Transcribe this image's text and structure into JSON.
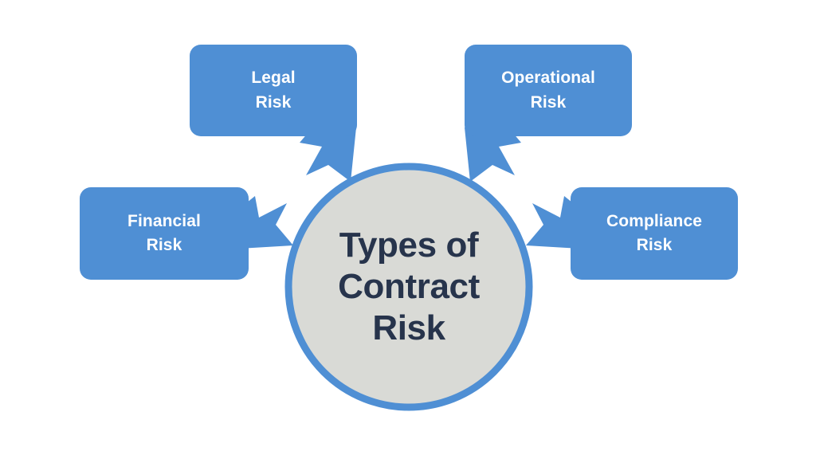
{
  "diagram": {
    "title": "Types of Contract Risk",
    "background_color": "#ffffff",
    "accent_color": "#4f8fd4",
    "center": {
      "fill_color": "#d9dad6",
      "ring_color": "#4f8fd4",
      "text_color": "#27344c",
      "lines": [
        "Types of",
        "Contract",
        "Risk"
      ]
    },
    "nodes": [
      {
        "id": "legal-risk",
        "lines": [
          "Legal",
          "Risk"
        ],
        "box_color": "#4f8fd4",
        "text_color": "#ffffff",
        "arrow_direction": "down-right",
        "position": "top-left"
      },
      {
        "id": "operational-risk",
        "lines": [
          "Operational",
          "Risk"
        ],
        "box_color": "#4f8fd4",
        "text_color": "#ffffff",
        "arrow_direction": "down-left",
        "position": "top-right"
      },
      {
        "id": "financial-risk",
        "lines": [
          "Financial",
          "Risk"
        ],
        "box_color": "#4f8fd4",
        "text_color": "#ffffff",
        "arrow_direction": "right",
        "position": "left"
      },
      {
        "id": "compliance-risk",
        "lines": [
          "Compliance",
          "Risk"
        ],
        "box_color": "#4f8fd4",
        "text_color": "#ffffff",
        "arrow_direction": "left",
        "position": "right"
      }
    ]
  }
}
